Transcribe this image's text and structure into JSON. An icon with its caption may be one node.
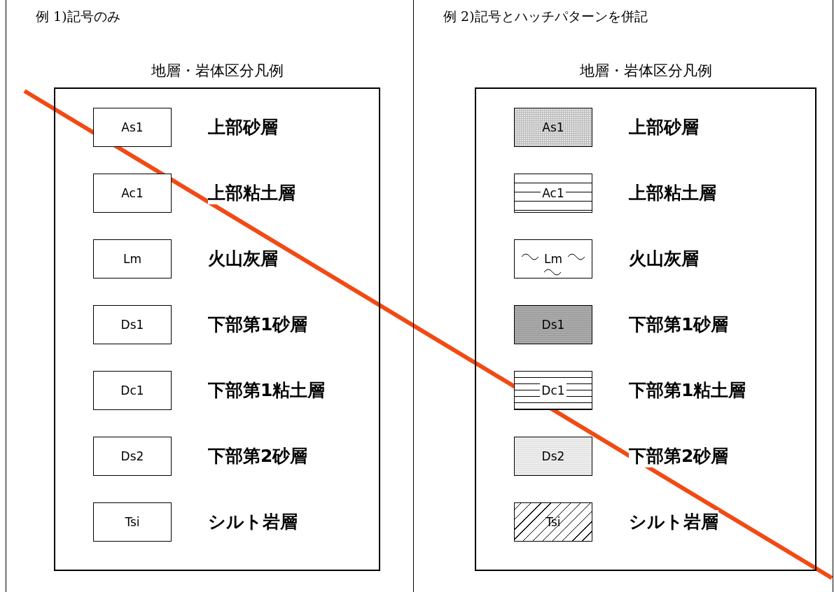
{
  "diagram": {
    "nodes": [
      {
        "text": [
          "例 1)記号のみ"
        ]
      },
      {
        "text": [
          "地層・岩体区分凡例"
        ],
        "in": 0
      },
      {
        "text": [
          "As1"
        ],
        "in": 1,
        "beside": [
          "上部砂層"
        ]
      },
      {
        "text": [
          "Ac1"
        ],
        "in": 1,
        "beside": [
          "上部粘土層"
        ]
      },
      {
        "text": [
          "Lm"
        ],
        "in": 1,
        "beside": [
          "火山灰層"
        ]
      },
      {
        "text": [
          "Ds1"
        ],
        "in": 1,
        "beside": [
          "下部第1砂層"
        ]
      },
      {
        "text": [
          "Dc1"
        ],
        "in": 1,
        "beside": [
          "下部第1粘土層"
        ]
      },
      {
        "text": [
          "Ds2"
        ],
        "in": 1,
        "beside": [
          "下部第2砂層"
        ]
      },
      {
        "text": [
          "Tsi"
        ],
        "in": 1,
        "beside": [
          "シルト岩層"
        ]
      },
      {
        "text": [
          "例 2)記号とハッチパターンを併記"
        ]
      },
      {
        "text": [
          "地層・岩体区分凡例"
        ],
        "in": 9
      },
      {
        "text": [
          "As1"
        ],
        "in": 10,
        "beside": [
          "上部砂層"
        ]
      },
      {
        "text": [
          "Ac1"
        ],
        "in": 10,
        "beside": [
          "上部粘土層"
        ]
      },
      {
        "text": [
          "Lm"
        ],
        "in": 10,
        "beside": [
          "火山灰層"
        ]
      },
      {
        "text": [
          "Ds1"
        ],
        "in": 10,
        "beside": [
          "下部第1砂層"
        ]
      },
      {
        "text": [
          "Dc1"
        ],
        "in": 10,
        "beside": [
          "下部第1粘土層"
        ]
      },
      {
        "text": [
          "Ds2"
        ],
        "in": 10,
        "beside": [
          "下部第2砂層"
        ]
      },
      {
        "text": [
          "Tsi"
        ],
        "in": 10,
        "beside": [
          "シルト岩層"
        ]
      }
    ]
  }
}
